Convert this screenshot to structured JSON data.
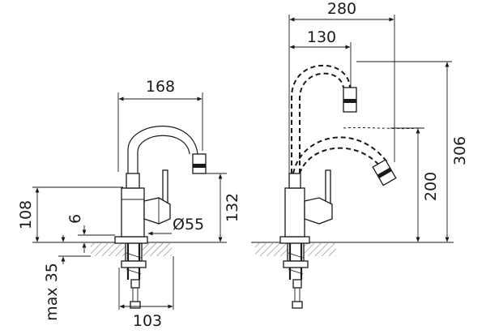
{
  "dimensions": {
    "front_spout_reach": "168",
    "front_total_height": "108",
    "front_base_thickness": "6",
    "front_outlet_height": "132",
    "front_base_diameter": "Ø55",
    "front_mount_depth": "max 35",
    "front_base_width": "103",
    "side_total_reach": "280",
    "side_inner_reach": "130",
    "side_low_height": "200",
    "side_high_height": "306"
  }
}
